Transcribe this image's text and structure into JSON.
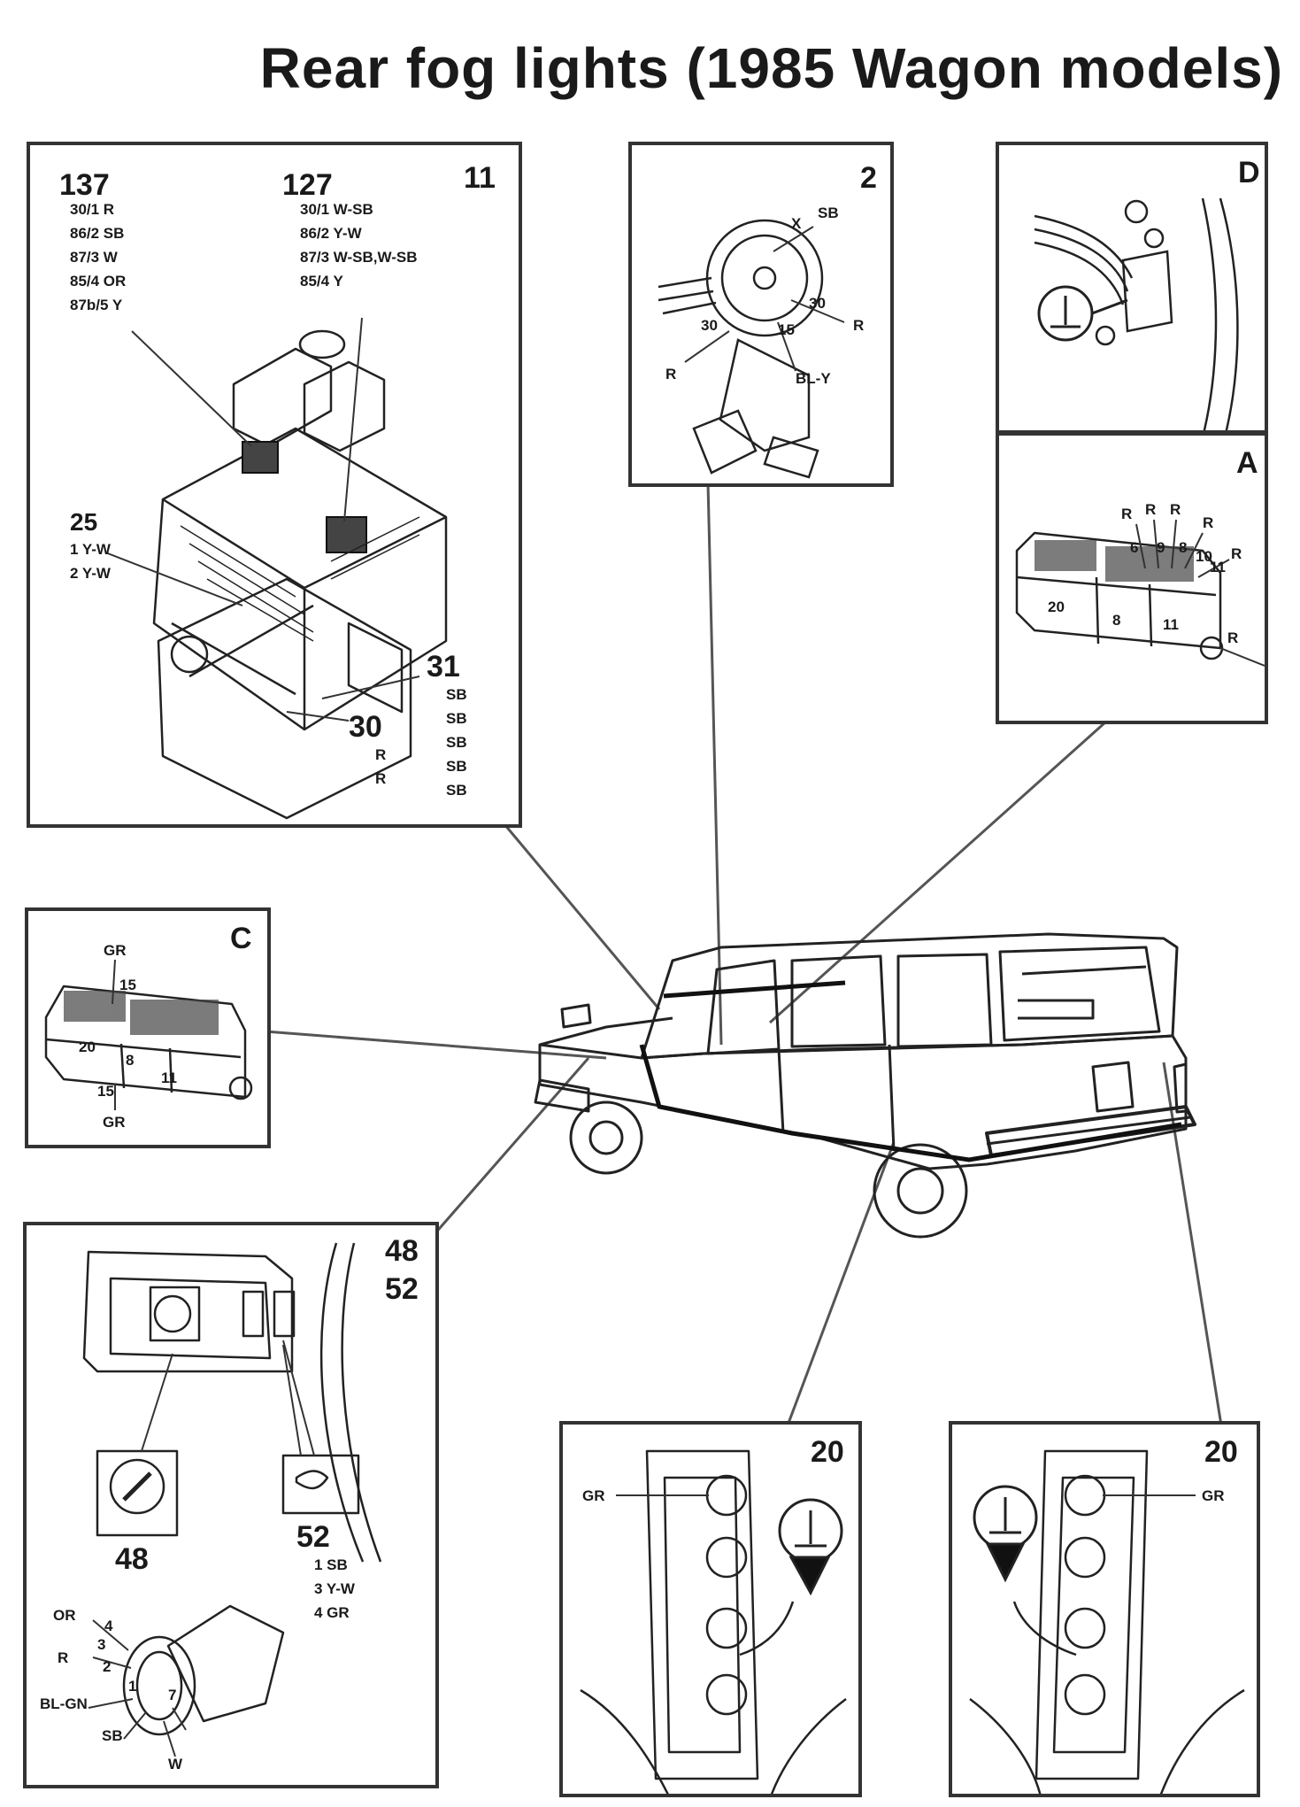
{
  "title": "Rear fog lights (1985 Wagon models)",
  "colors": {
    "ink": "#1a1a1a",
    "line": "#555555",
    "frame": "#333333",
    "background": "#ffffff"
  },
  "panel_11": {
    "ref": "11",
    "relay_137": {
      "id": "137",
      "rows": [
        "30/1 R",
        "86/2 SB",
        "87/3 W",
        "85/4 OR",
        "87b/5 Y"
      ]
    },
    "relay_127": {
      "id": "127",
      "rows": [
        "30/1 W-SB",
        "86/2 Y-W",
        "87/3 W-SB,W-SB",
        "85/4 Y"
      ]
    },
    "conn_25": {
      "id": "25",
      "rows": [
        "1 Y-W",
        "2 Y-W"
      ]
    },
    "conn_31": {
      "id": "31",
      "rows": [
        "SB",
        "SB",
        "SB",
        "SB",
        "SB"
      ]
    },
    "conn_30": {
      "id": "30",
      "rows": [
        "R",
        "R"
      ]
    }
  },
  "panel_2": {
    "ref": "2",
    "labels": [
      "SB",
      "X",
      "30",
      "R",
      "30",
      "R",
      "15",
      "BL-Y"
    ]
  },
  "panel_D": {
    "ref": "D",
    "icon": "ground-icon"
  },
  "panel_A": {
    "ref": "A",
    "wires": [
      "R",
      "R",
      "R",
      "R",
      "R",
      "R"
    ],
    "pins": [
      "6",
      "9",
      "8",
      "10",
      "11",
      "20",
      "8",
      "11"
    ]
  },
  "panel_C": {
    "ref": "C",
    "top_wire": "GR",
    "top_pin": "15",
    "pins": [
      "20",
      "8",
      "11"
    ],
    "bottom_pin": "15",
    "bottom_wire": "GR"
  },
  "panel_48_52": {
    "ref_a": "48",
    "ref_b": "52",
    "switch_48": {
      "id": "48"
    },
    "switch_52": {
      "id": "52",
      "rows": [
        "1 SB",
        "3 Y-W",
        "4 GR"
      ]
    },
    "connector_48": {
      "wires": [
        "OR",
        "R",
        "BL-GN",
        "SB",
        "W"
      ],
      "pins": [
        "4",
        "3",
        "2",
        "1",
        "7"
      ]
    }
  },
  "panel_20_left": {
    "ref": "20",
    "wire": "GR",
    "icon": "ground-icon"
  },
  "panel_20_right": {
    "ref": "20",
    "wire": "GR",
    "icon": "ground-icon"
  }
}
